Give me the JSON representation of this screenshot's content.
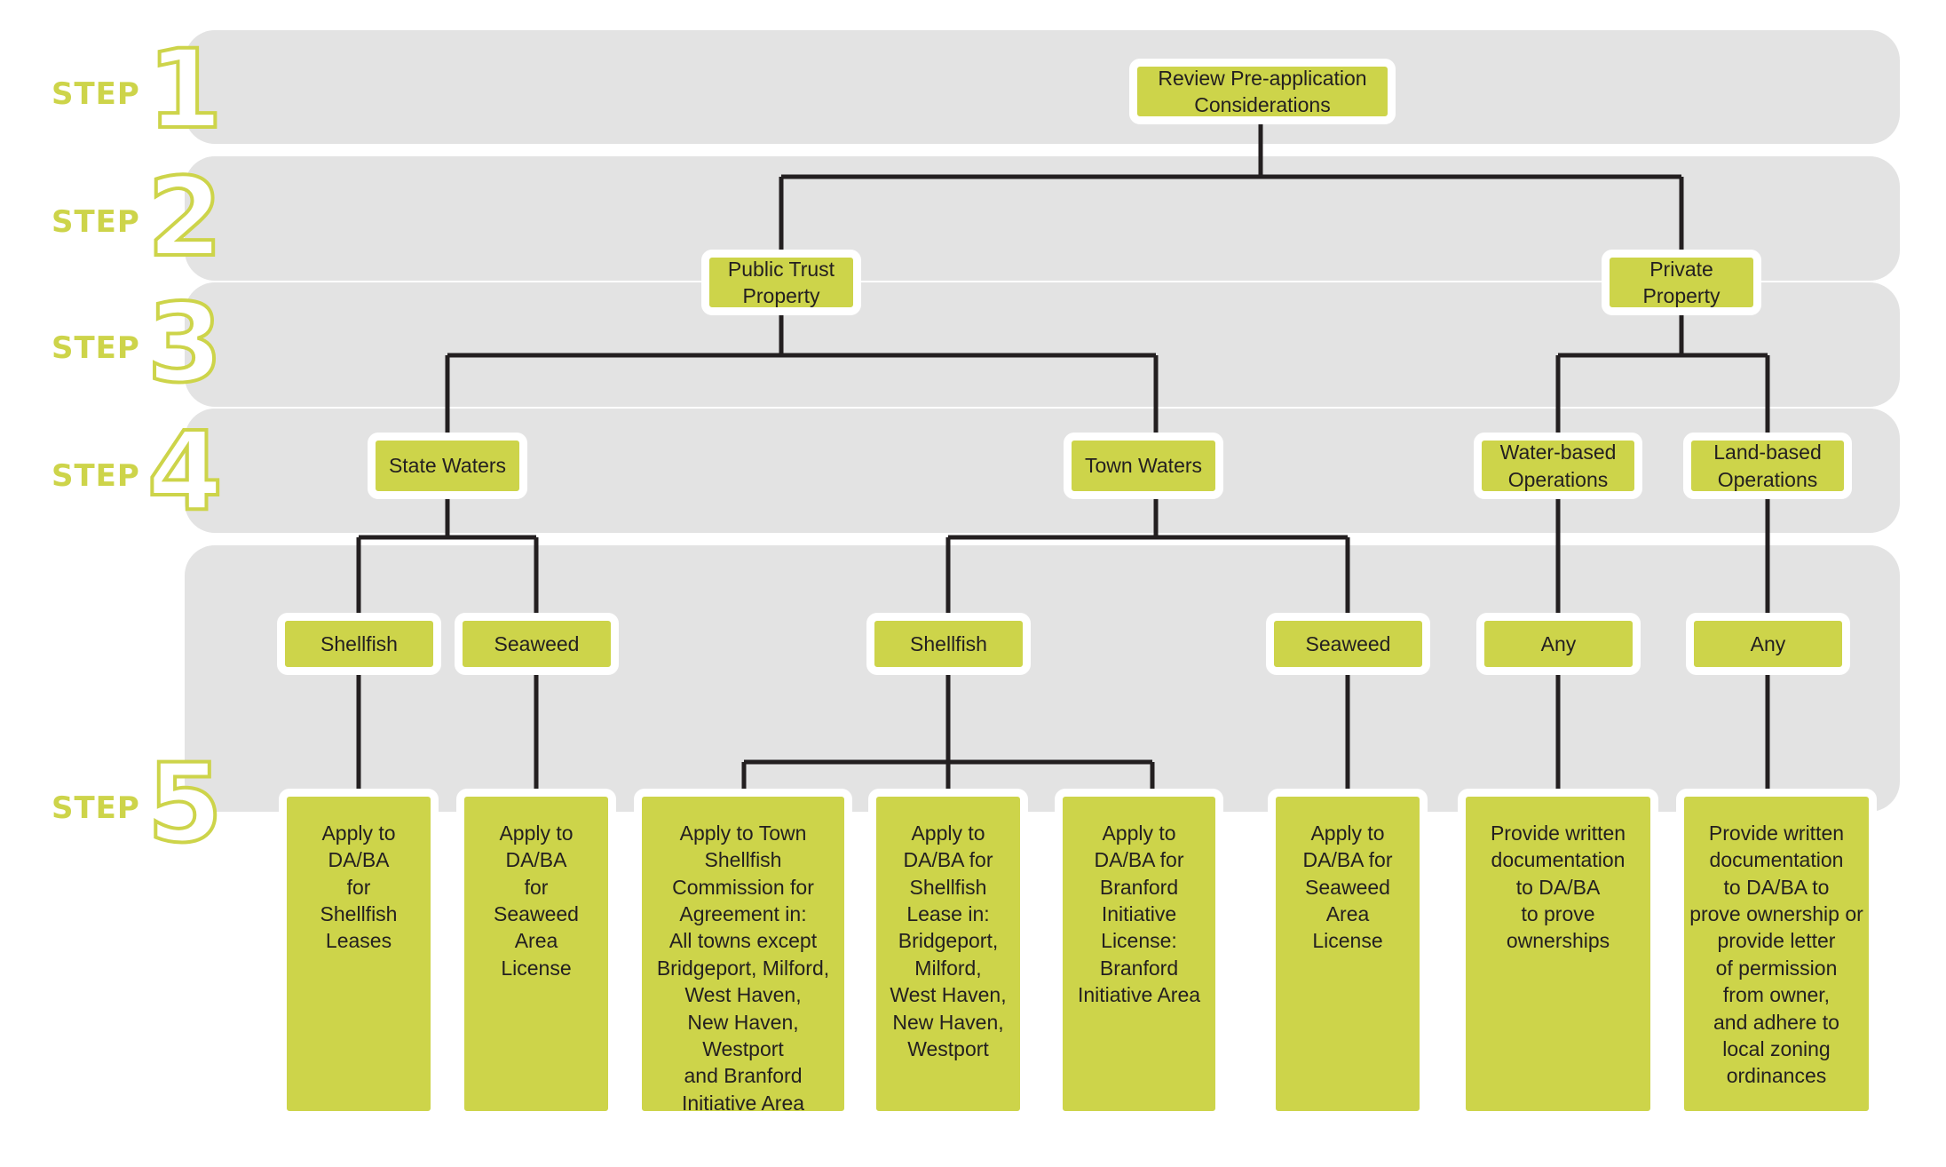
{
  "diagram": {
    "title": "Aquaculture Permitting Process Flowchart",
    "colors": {
      "node_fill": "#cdd44a",
      "band_fill": "#e3e3e3",
      "node_border": "#ffffff",
      "line": "#231f20",
      "step_accent": "#cdd44a",
      "text": "#231f20",
      "page_background": "#ffffff"
    },
    "steps": [
      {
        "word": "STEP",
        "number": "1"
      },
      {
        "word": "STEP",
        "number": "2"
      },
      {
        "word": "STEP",
        "number": "3"
      },
      {
        "word": "STEP",
        "number": "4"
      },
      {
        "word": "STEP",
        "number": "5"
      }
    ],
    "nodes": {
      "root": "Review Pre-application\nConsiderations",
      "public_trust": "Public Trust\nProperty",
      "private_property": "Private\nProperty",
      "state_waters": "State Waters",
      "town_waters": "Town Waters",
      "water_based": "Water-based\nOperations",
      "land_based": "Land-based\nOperations",
      "state_shellfish": "Shellfish",
      "state_seaweed": "Seaweed",
      "town_shellfish": "Shellfish",
      "town_seaweed": "Seaweed",
      "water_any": "Any",
      "land_any": "Any",
      "outcome_state_shellfish": "Apply to\nDA/BA\nfor\nShellfish\nLeases",
      "outcome_state_seaweed": "Apply to\nDA/BA\nfor\nSeaweed\nArea\nLicense",
      "outcome_town_agreement": "Apply to Town\nShellfish\nCommission for\nAgreement in:\nAll towns except\nBridgeport, Milford,\nWest Haven,\nNew Haven,\nWestport\nand Branford\nInitiative Area",
      "outcome_town_lease": "Apply to\nDA/BA for\nShellfish\nLease in:\nBridgeport,\nMilford,\nWest Haven,\nNew Haven,\nWestport",
      "outcome_branford": "Apply to\nDA/BA for\nBranford\nInitiative\nLicense:\nBranford\nInitiative Area",
      "outcome_town_seaweed": "Apply to\nDA/BA for\nSeaweed\nArea\nLicense",
      "outcome_water_doc": "Provide written\ndocumentation\nto DA/BA\nto prove\nownerships",
      "outcome_land_doc": "Provide written\ndocumentation\nto DA/BA to\nprove ownership or\nprovide  letter\nof permission\nfrom owner,\nand adhere to\nlocal zoning\nordinances"
    }
  }
}
